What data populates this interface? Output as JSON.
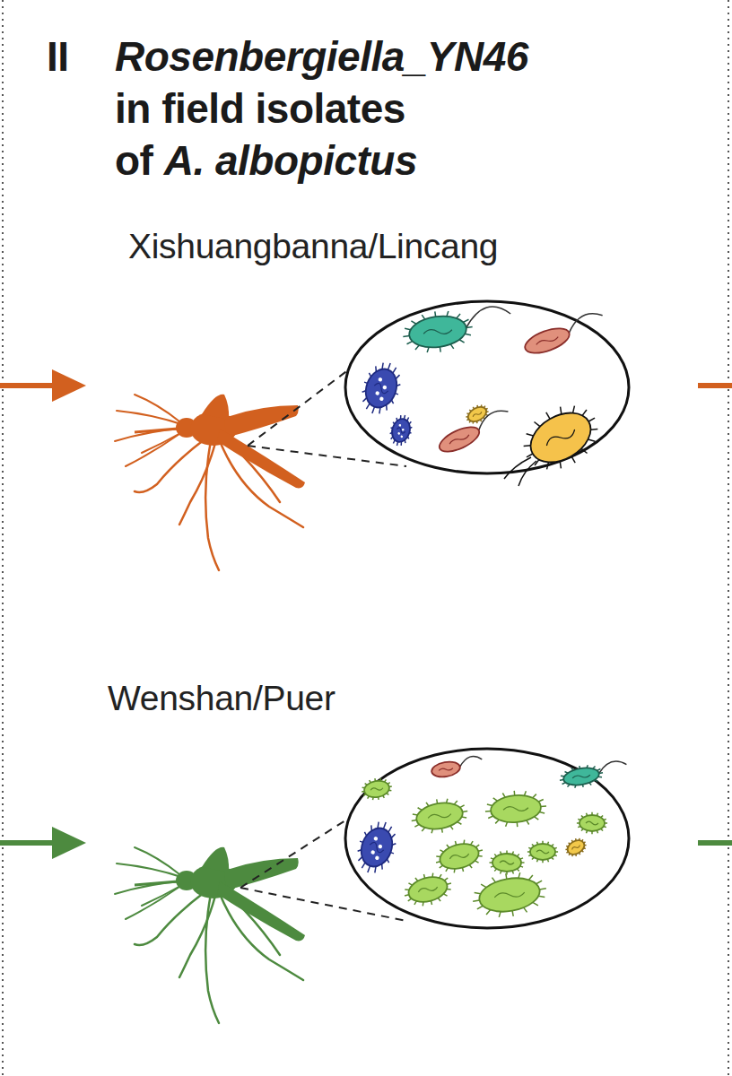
{
  "diagram": {
    "title": "Rosenbergiella_YN46 in field isolates of A. albopictus",
    "labels": [
      "II",
      "Xishuangbanna/Lincang",
      "Wenshan/Puer"
    ]
  }
}
